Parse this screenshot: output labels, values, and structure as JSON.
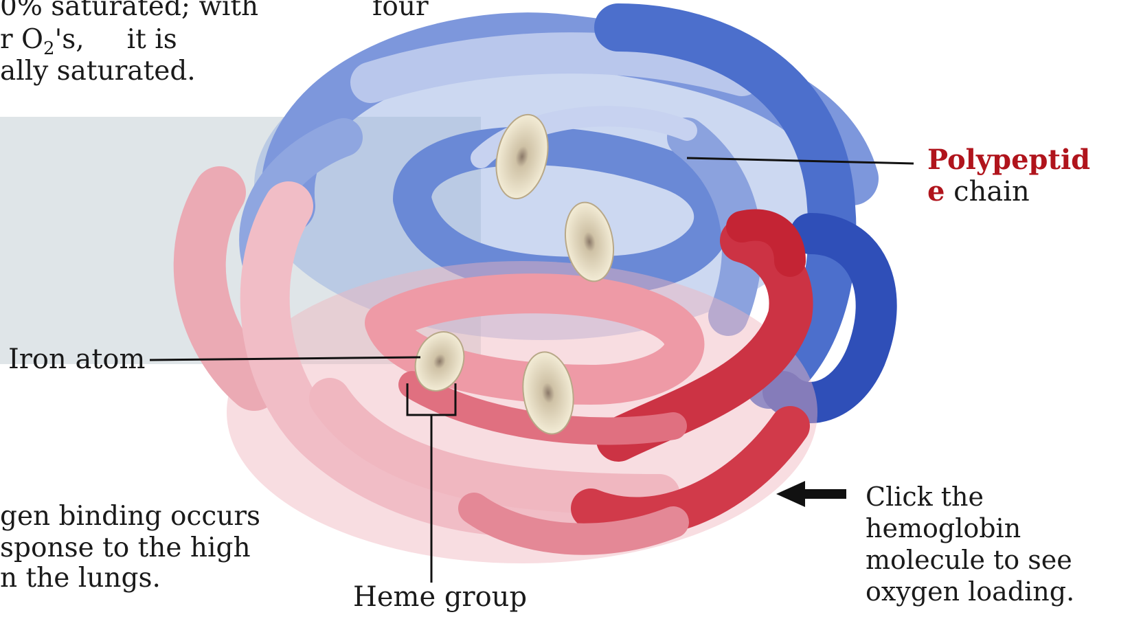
{
  "top_text": {
    "line1": "0% saturated; with",
    "line1b": "four",
    "line2_prefix": "r O",
    "line2_sub": "2",
    "line2_suffix": "'s,     it is",
    "line3": "ally saturated."
  },
  "bottom_text": {
    "line1": "gen binding occurs",
    "line2": "sponse to the high",
    "line3": "n the lungs."
  },
  "labels": {
    "polypeptide_bold_1": "Polypeptid",
    "polypeptide_bold_2": "e",
    "polypeptide_rest": " chain",
    "iron_atom": "Iron atom",
    "heme_group": "Heme group"
  },
  "instruction": {
    "line1": "Click the",
    "line2": "hemoglobin",
    "line3": "molecule to see",
    "line4": "oxygen loading."
  },
  "colors": {
    "blue_chain": "#5a7fd0",
    "red_chain": "#d84858",
    "pink_chain": "#eeb0bc",
    "heme": "#efe6c8",
    "label_red": "#b0141c"
  }
}
